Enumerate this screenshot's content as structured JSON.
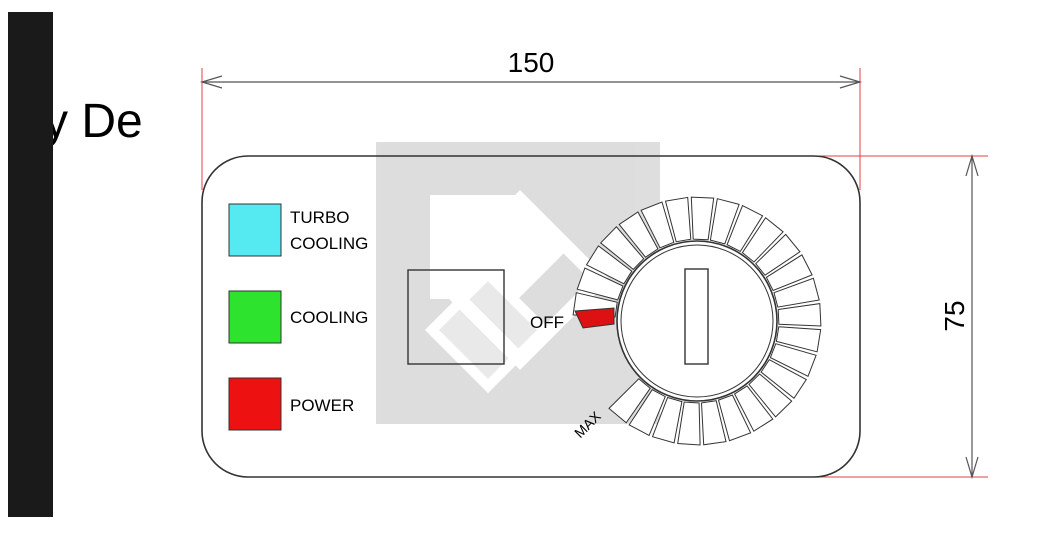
{
  "title_fragment": "y De",
  "dimensions": {
    "width": "150",
    "height": "75"
  },
  "indicators": [
    {
      "label_lines": [
        "TURBO",
        "COOLING"
      ],
      "color": "#55eaf2"
    },
    {
      "label_lines": [
        "COOLING"
      ],
      "color": "#2ee32e"
    },
    {
      "label_lines": [
        "POWER"
      ],
      "color": "#ee1111"
    }
  ],
  "dial": {
    "off_label": "OFF",
    "max_label": "MAX",
    "pointer_color": "#dd1111"
  },
  "colors": {
    "outline": "#333333",
    "dimension_line": "#555555",
    "extension_line": "#e04040",
    "watermark": "#d4d4d4",
    "left_bar": "#1a1a1a"
  }
}
